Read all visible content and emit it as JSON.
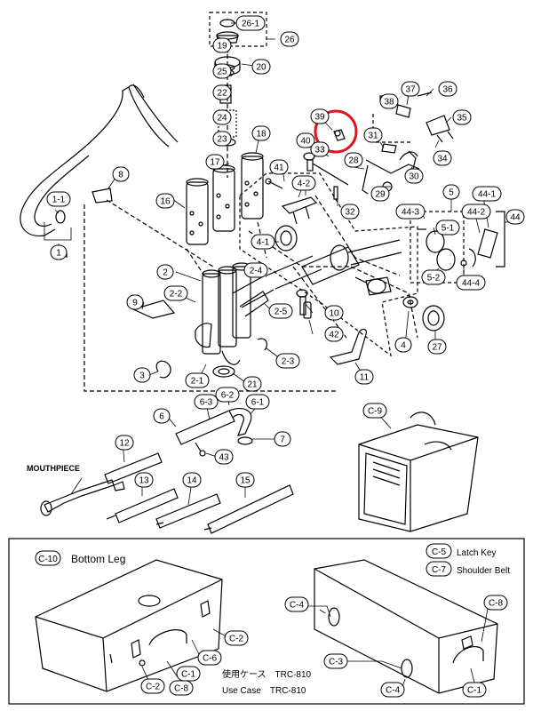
{
  "highlight_color": "#e0161d",
  "callouts": [
    "26-1",
    "26",
    "19",
    "20",
    "25",
    "22",
    "24",
    "23",
    "18",
    "17",
    "16",
    "38",
    "37",
    "36",
    "35",
    "39",
    "31",
    "34",
    "40",
    "33",
    "28",
    "29",
    "30",
    "41",
    "4-2",
    "32",
    "8",
    "1-1",
    "1",
    "5",
    "44-1",
    "44-3",
    "44-2",
    "44",
    "5-1",
    "5-2",
    "44-4",
    "4-1",
    "2",
    "2-4",
    "2-2",
    "9",
    "10",
    "2-5",
    "42",
    "4",
    "27",
    "3",
    "2-1",
    "21",
    "2-3",
    "11",
    "6-2",
    "6-3",
    "6-1",
    "6",
    "7",
    "12",
    "43",
    "13",
    "14",
    "15",
    "C-9"
  ],
  "mouthpiece_label": "MOUTHPIECE",
  "case_panel": {
    "title_code": "C-10",
    "title": "Bottom Leg",
    "legend": [
      {
        "code": "C-5",
        "label": "Latch Key"
      },
      {
        "code": "C-7",
        "label": "Shoulder Belt"
      }
    ],
    "callouts_left": [
      "C-2",
      "C-6",
      "C-1",
      "C-2",
      "C-8"
    ],
    "callouts_right": [
      "C-4",
      "C-8",
      "C-3",
      "C-4",
      "C-1"
    ],
    "caption_ja": "使用ケース　TRC-810",
    "caption_en": "Use Case　TRC-810"
  }
}
